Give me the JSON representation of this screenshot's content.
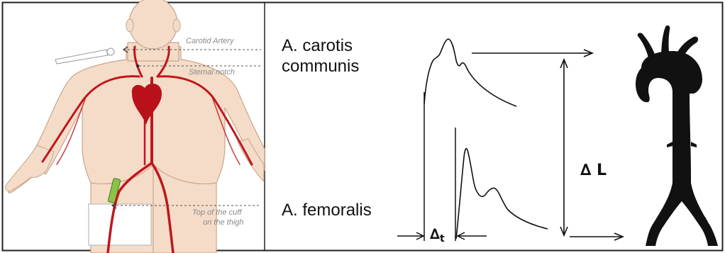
{
  "body_figure": {
    "annotations": {
      "carotid": "Carotid Artery",
      "sternal": "Sternal notch",
      "cuff_line1": "Top of the cuff",
      "cuff_line2": "on the thigh"
    }
  },
  "pulse_diagram": {
    "carotid_label_line1": "A. carotis",
    "carotid_label_line2": "communis",
    "femoral_label": "A. femoralis",
    "delta_l": "∆ L",
    "delta_t_symbol": "∆",
    "delta_t_sub": "t"
  },
  "colors": {
    "artery": "#c0161c",
    "skin": "#f3d8c4",
    "aorta": "#111111",
    "cuff": "#8bc34a"
  }
}
